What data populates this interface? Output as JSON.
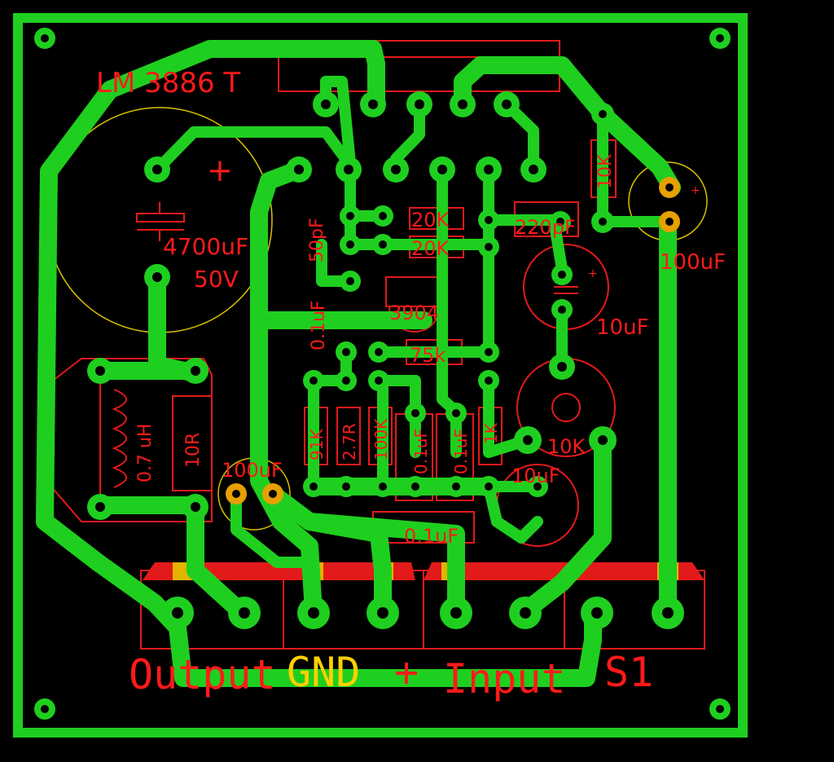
{
  "board": {
    "chip_label": "LM 3886 T",
    "labels": {
      "cap_main_value": "4700uF",
      "cap_main_voltage": "50V",
      "cap_main_polarity": "+",
      "c50pf": "50pF",
      "r20k_a": "20K",
      "r20k_b": "20K",
      "c220pf": "220pF",
      "r10k_top": "10K",
      "c100uf_right": "100uF",
      "c01uf_left": "0.1uF",
      "q3904": "3904",
      "c10uf_mid": "10uF",
      "r75k": "75k",
      "r91k": "91K",
      "r27r": "2.7R",
      "r100k": "100K",
      "c01uf_a": "0.1uF",
      "c01uf_b": "0.1uF",
      "r1k": "1K",
      "pot10k": "10K",
      "inductor": "0.7 uH",
      "r10r": "10R",
      "c100uf_left": "100uF",
      "c10uf_low": "10uF",
      "c01uf_bottom": "0.1uF",
      "plus_small": "+"
    },
    "terminals": {
      "output": "Output",
      "gnd": "GND",
      "plus": "+",
      "input": "Input",
      "s1": "S1"
    },
    "colors": {
      "copper": "#1fcf1f",
      "silkscreen": "#e31a1a",
      "label_red": "#ff1a1a",
      "label_yellow": "#ffd000",
      "background": "#000000"
    }
  }
}
